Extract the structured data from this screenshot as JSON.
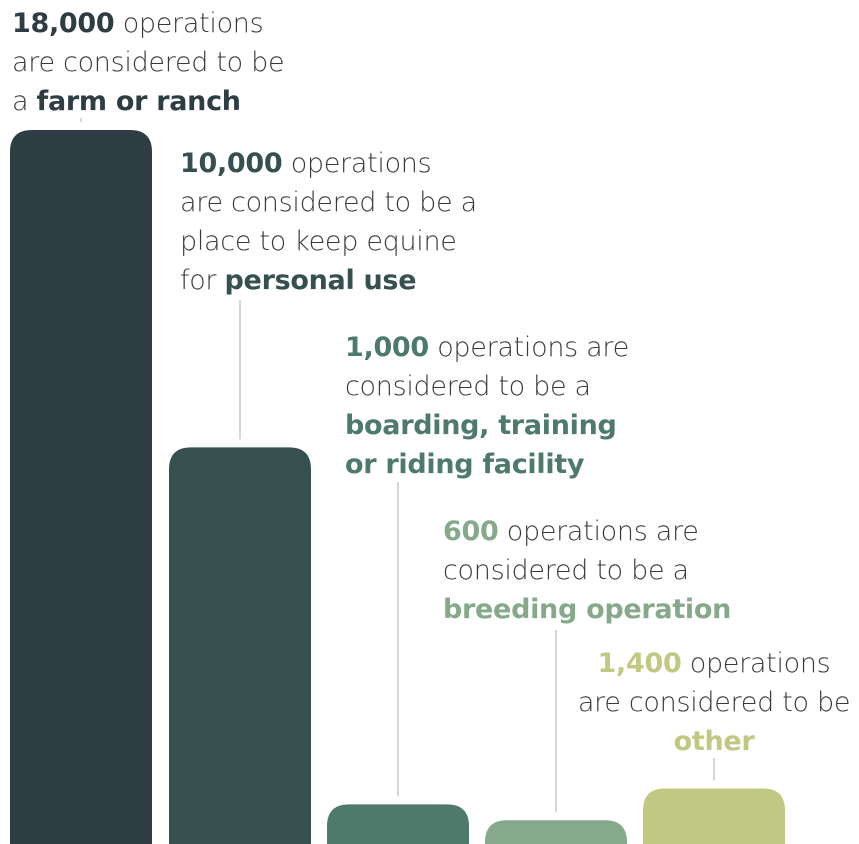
{
  "chart_data": {
    "type": "bar",
    "categories": [
      "farm or ranch",
      "personal use",
      "boarding, training or riding facility",
      "breeding operation",
      "other"
    ],
    "values": [
      18000,
      10000,
      1000,
      600,
      1400
    ],
    "colors": [
      "#2e3d44",
      "#36504f",
      "#4e7a6b",
      "#85a98a",
      "#c0c882"
    ],
    "annotations": [
      {
        "number": "18,000",
        "lines": [
          "operations",
          "are considered to be",
          "a"
        ],
        "bold": "farm or ranch"
      },
      {
        "number": "10,000",
        "lines": [
          "operations",
          "are considered to be a",
          "place to keep equine",
          "for"
        ],
        "bold": "personal use"
      },
      {
        "number": "1,000",
        "lines": [
          "operations are",
          "considered to be a"
        ],
        "bold_lines": [
          "boarding, training",
          "or riding facility"
        ]
      },
      {
        "number": "600",
        "lines": [
          "operations are",
          "considered to be a"
        ],
        "bold_lines": [
          "breeding operation"
        ]
      },
      {
        "number": "1,400",
        "lines": [
          "operations",
          "are considered to be"
        ],
        "bold_lines": [
          "other"
        ]
      }
    ],
    "title": "",
    "xlabel": "",
    "ylabel": "",
    "ylim": [
      0,
      18000
    ]
  }
}
